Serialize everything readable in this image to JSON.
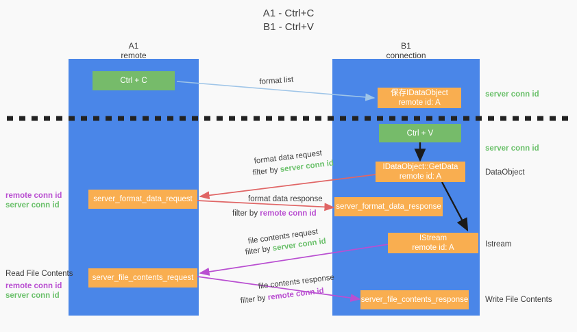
{
  "title": {
    "line1": "A1 - Ctrl+C",
    "line2": "B1 - Ctrl+V"
  },
  "colors": {
    "column": "#4a86e8",
    "green_node": "#76bb6a",
    "orange_node": "#f9ae50",
    "server_conn": "#6ac06a",
    "remote_conn": "#b94fd1",
    "red_arrow": "#e06666",
    "magenta_arrow": "#b94fd1",
    "light_blue_arrow": "#9fc5e8",
    "black_arrow": "#1a1a1a",
    "background": "#f9f9f9"
  },
  "columns": [
    {
      "name": "A1",
      "sub": "remote"
    },
    {
      "name": "B1",
      "sub": "connection"
    }
  ],
  "nodes": {
    "ctrl_c": "Ctrl + C",
    "save_idataobject_l1": "保存IDataObject",
    "save_idataobject_l2": "remote id: A",
    "ctrl_v": "Ctrl + V",
    "getdata_l1": "IDataObject::GetData",
    "getdata_l2": "remote id: A",
    "format_data_request": "server_format_data_request",
    "format_data_response": "server_format_data_response",
    "istream_l1": "IStream",
    "istream_l2": "remote id: A",
    "file_contents_request": "server_file_contents_request",
    "file_contents_response": "server_file_contents_response"
  },
  "right_labels": {
    "server_conn_top": "server conn id",
    "server_conn_second": "server conn id",
    "dataobject": "DataObject",
    "istream": "Istream",
    "write_file_contents": "Write File Contents"
  },
  "left_labels": {
    "remote_conn_1": "remote conn id",
    "server_conn_1": "server conn id",
    "read_file_contents": "Read File Contents",
    "remote_conn_2": "remote conn id",
    "server_conn_2": "server conn id"
  },
  "mid_labels": {
    "format_list": "format list",
    "format_data_request": "format data request",
    "filter_by": "filter by",
    "filter_server_conn": "server conn id",
    "format_data_response": "format data response",
    "filter_remote_conn": "remote conn id",
    "file_contents_request": "file contents request",
    "file_contents_response": "file contents response"
  }
}
